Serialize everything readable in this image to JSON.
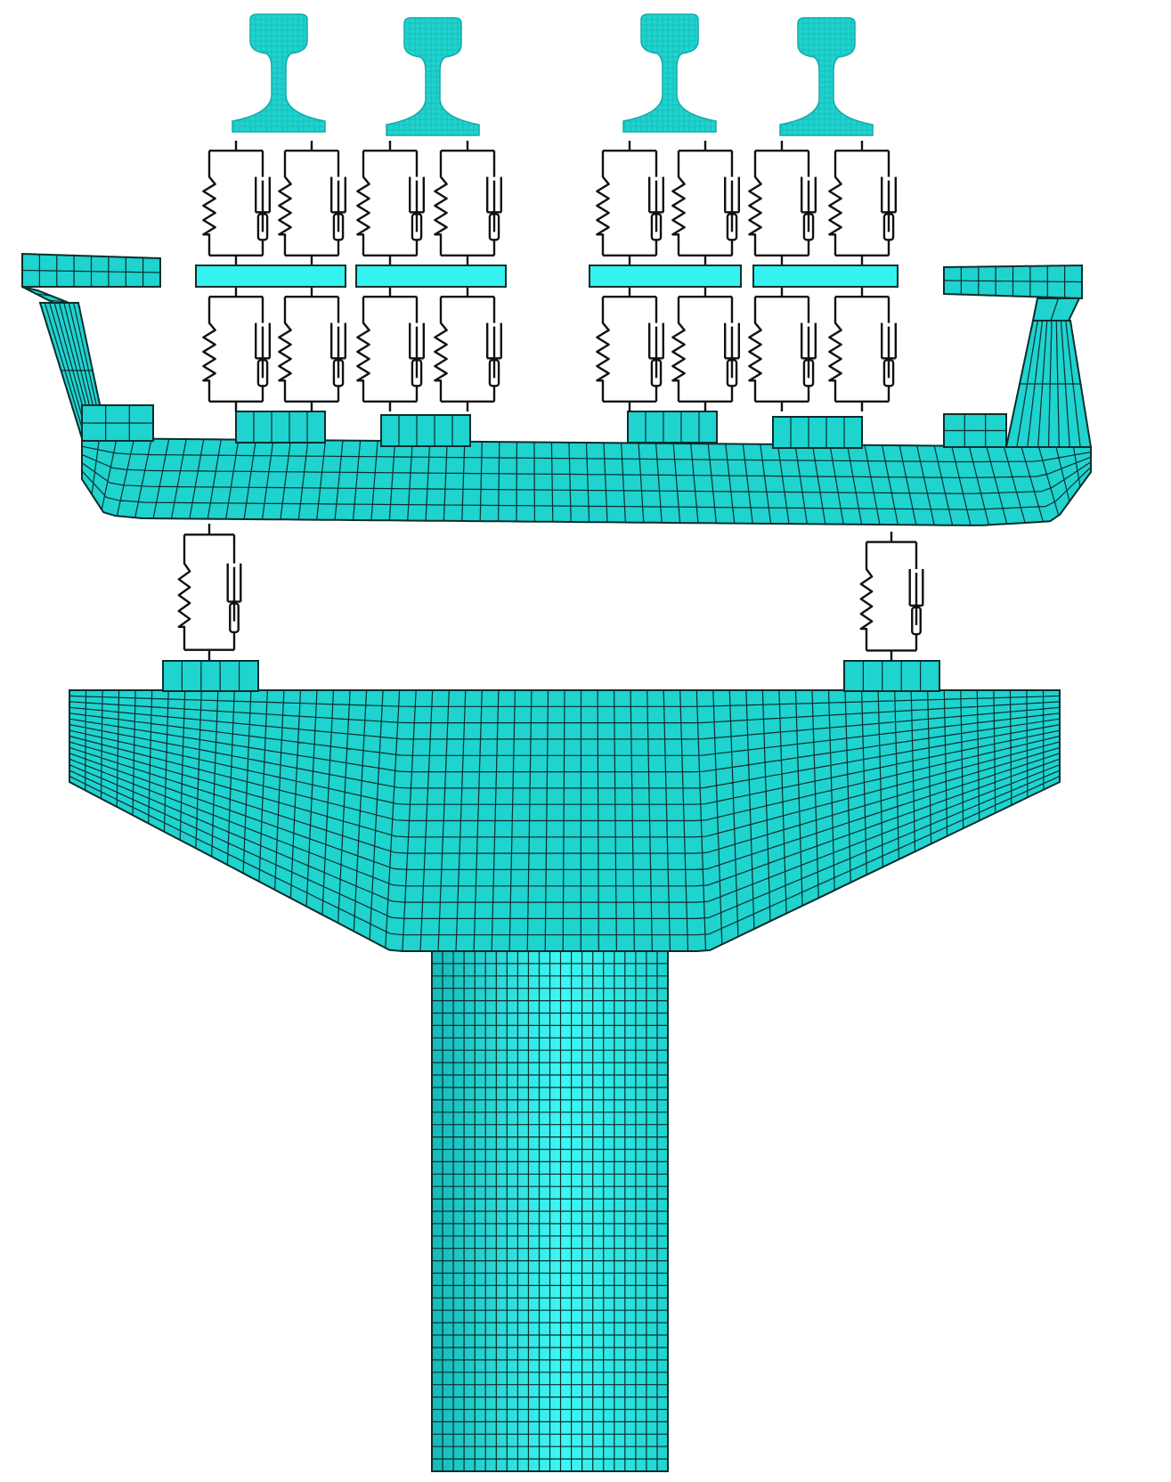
{
  "diagram": {
    "kind": "finite-element model of rail-track-bridge section with spring-damper connectors",
    "colors": {
      "mesh_fill": "#1fd3cf",
      "mesh_fill_light": "#35f2f0",
      "mesh_line": "#0b2e2e",
      "spring_line": "#111111",
      "background": "#ffffff"
    },
    "parts": {
      "rails": 4,
      "rail_pads_per_rail": 2,
      "sleeper_blocks": 4,
      "fastener_layers": 2,
      "bearings": 2
    }
  }
}
